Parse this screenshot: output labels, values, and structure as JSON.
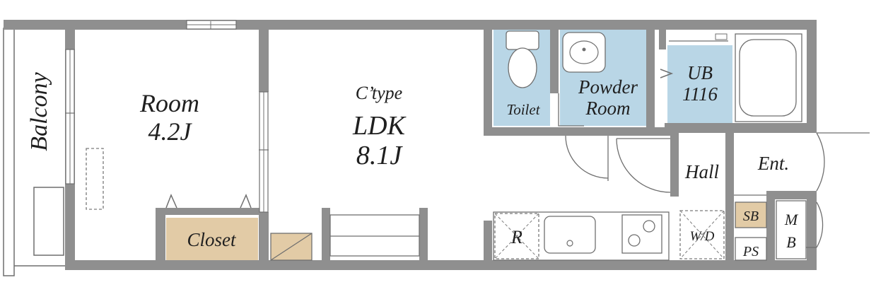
{
  "colors": {
    "wall": "#8f8f8f",
    "wet_area": "#b9d6e6",
    "storage": "#e2cba6",
    "background": "#ffffff"
  },
  "labels": {
    "balcony": "Balcony",
    "room_name": "Room",
    "room_size": "4.2J",
    "ldk_type": "C’type",
    "ldk_name": "LDK",
    "ldk_size": "8.1J",
    "closet": "Closet",
    "toilet": "Toilet",
    "powder_1": "Powder",
    "powder_2": "Room",
    "ub_1": "UB",
    "ub_2": "1116",
    "hall": "Hall",
    "entrance": "Ent.",
    "sb": "SB",
    "mb_1": "M",
    "mb_2": "B",
    "ps": "PS",
    "wd": "W/D",
    "refrigerator": "R"
  }
}
